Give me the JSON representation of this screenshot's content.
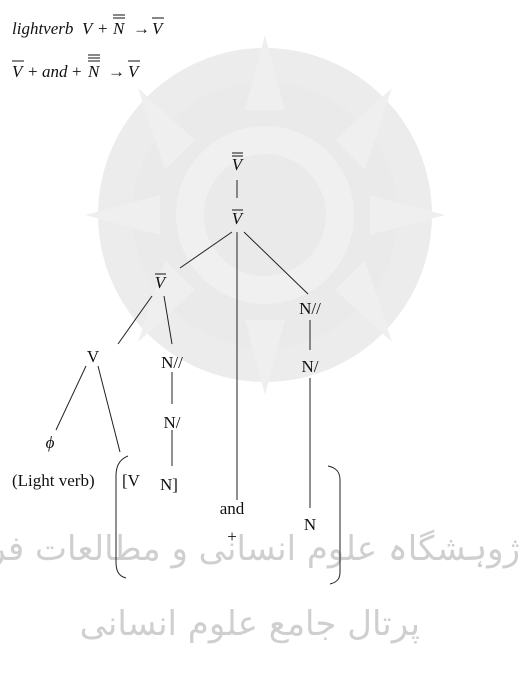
{
  "rules": {
    "r1": {
      "lhs_a": "lightverb",
      "lhs_b": "V",
      "plus": "+",
      "lhs_c": "N",
      "arrow": "→",
      "rhs": "V"
    },
    "r2": {
      "lhs_a": "V",
      "plus1": "+",
      "lhs_b": "and",
      "plus2": "+",
      "lhs_c": "N",
      "arrow": "→",
      "rhs": "V"
    }
  },
  "tree": {
    "root": "V",
    "vbar_top": "V",
    "vbar_left": "V",
    "v": "V",
    "phi": "ϕ",
    "light_verb": "(Light verb)",
    "n2_left": "N//",
    "n1_left": "N/",
    "bracket_v": "[V",
    "n_left": "N]",
    "and": "and",
    "plus": "+",
    "n2_right": "N//",
    "n1_right": "N/",
    "n_right": "N"
  },
  "watermark": {
    "line1": "ژوہشگاہ علوم انسانی و مطالعات فرہنگی",
    "line2": "پرتال جامع علوم انسانی"
  }
}
